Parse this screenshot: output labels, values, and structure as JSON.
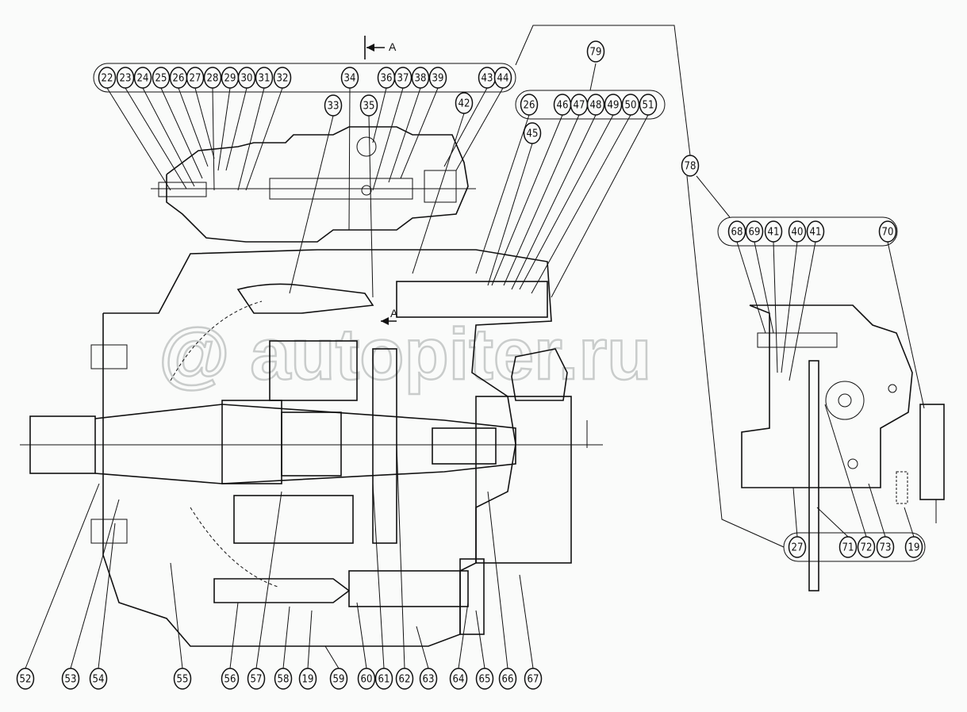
{
  "diagram": {
    "watermark": "autopiter.ru",
    "section_marker": "A",
    "colors": {
      "line": "#111111",
      "background": "#fafbfa",
      "watermark": "#c9cccb"
    },
    "groups": {
      "top_main": [
        "22",
        "23",
        "24",
        "25",
        "26",
        "27",
        "28",
        "29",
        "30",
        "31",
        "32",
        "34",
        "36",
        "37",
        "38",
        "39",
        "43",
        "44"
      ],
      "top_second_row": [
        "33",
        "35",
        "42"
      ],
      "group_79_header": "79",
      "group_79": [
        "26",
        "46",
        "47",
        "48",
        "49",
        "50",
        "51"
      ],
      "single_45": "45",
      "group_78_header": "78",
      "group_78_top": [
        "68",
        "69",
        "41",
        "40",
        "41",
        "70"
      ],
      "group_78_bottom": [
        "27",
        "71",
        "72",
        "73",
        "19"
      ],
      "bottom_row": [
        "52",
        "53",
        "54",
        "55",
        "56",
        "57",
        "58",
        "19",
        "59",
        "60",
        "61",
        "62",
        "63",
        "64",
        "65",
        "66",
        "67"
      ]
    }
  }
}
